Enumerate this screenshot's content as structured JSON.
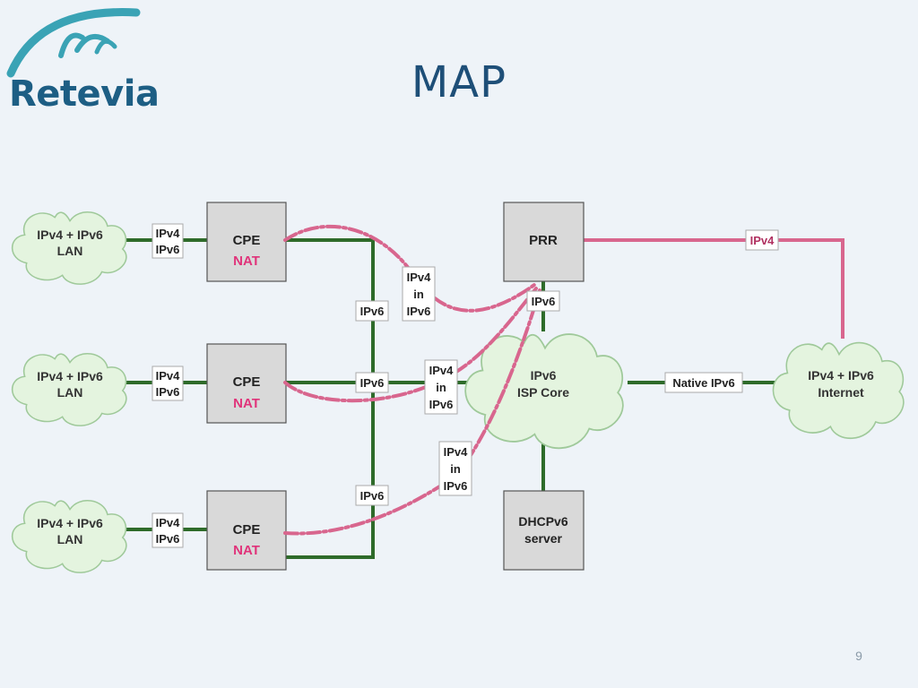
{
  "slide": {
    "title": "MAP",
    "page_number": "9"
  },
  "logo": {
    "name": "Retevia"
  },
  "colors": {
    "title": "#1e4f78",
    "logo_text": "#1d5e84",
    "logo_arc": "#3aa3b5",
    "green_link": "#2e6b2a",
    "pink_tunnel": "#d8668e",
    "nat_text": "#e0337a",
    "ipv4_tag_text": "#b03060",
    "cloud_fill": "#e4f4df",
    "cloud_stroke": "#9fc99a",
    "box_fill": "#d9d9d9",
    "box_stroke": "#555555"
  },
  "diagram": {
    "lans": [
      {
        "line1": "IPv4 + IPv6",
        "line2": "LAN"
      },
      {
        "line1": "IPv4 + IPv6",
        "line2": "LAN"
      },
      {
        "line1": "IPv4 + IPv6",
        "line2": "LAN"
      }
    ],
    "lan_tags": [
      {
        "line1": "IPv4",
        "line2": "IPv6"
      },
      {
        "line1": "IPv4",
        "line2": "IPv6"
      },
      {
        "line1": "IPv4",
        "line2": "IPv6"
      }
    ],
    "cpes": [
      {
        "label": "CPE",
        "sublabel": "NAT"
      },
      {
        "label": "CPE",
        "sublabel": "NAT"
      },
      {
        "label": "CPE",
        "sublabel": "NAT"
      }
    ],
    "ipv6_tags": [
      "IPv6",
      "IPv6",
      "IPv6"
    ],
    "tunnel_tags": [
      {
        "line1": "IPv4",
        "line2": "in",
        "line3": "IPv6"
      },
      {
        "line1": "IPv4",
        "line2": "in",
        "line3": "IPv6"
      },
      {
        "line1": "IPv4",
        "line2": "in",
        "line3": "IPv6"
      }
    ],
    "prr": {
      "label": "PRR"
    },
    "prr_tag": "IPv6",
    "core": {
      "line1": "IPv6",
      "line2": "ISP Core"
    },
    "dhcp": {
      "line1": "DHCPv6",
      "line2": "server"
    },
    "native_tag": "Native IPv6",
    "ipv4_tag": "IPv4",
    "internet": {
      "line1": "IPv4 + IPv6",
      "line2": "Internet"
    }
  }
}
